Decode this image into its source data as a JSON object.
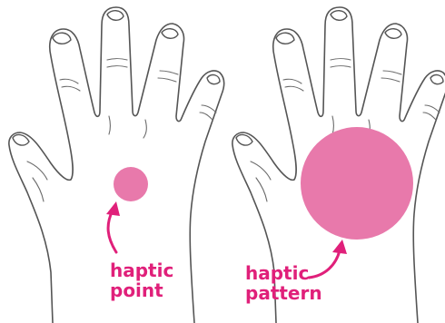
{
  "colors": {
    "accent": "#e0207a",
    "marker_fill": "#e879ab",
    "outline": "#555555",
    "background": "#ffffff"
  },
  "panels": [
    {
      "id": "point",
      "marker": "small-circle",
      "label_lines": [
        "haptic",
        "point"
      ]
    },
    {
      "id": "pattern",
      "marker": "large-circle",
      "label_lines": [
        "haptic",
        "pattern"
      ]
    }
  ]
}
